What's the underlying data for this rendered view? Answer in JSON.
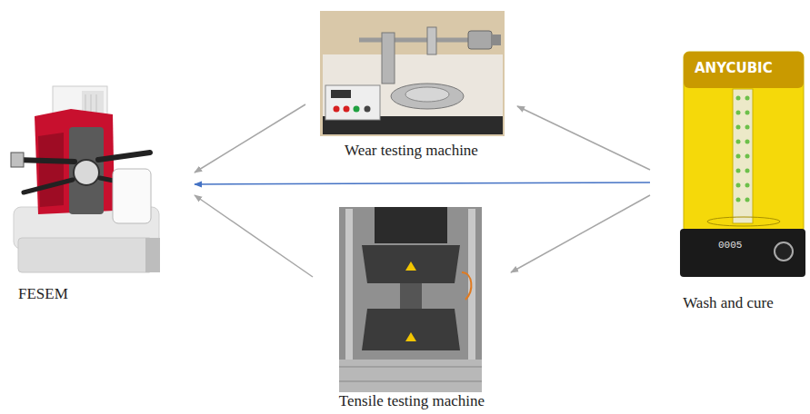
{
  "diagram": {
    "nodes": [
      {
        "text": [
          "Wear testing machine"
        ]
      },
      {
        "text": [
          "FESEM"
        ]
      },
      {
        "text": [
          "Wash and cure"
        ]
      },
      {
        "text": [
          "Tensile testing machine"
        ]
      }
    ],
    "edges": [
      {
        "from": 2,
        "to": 0,
        "arrow": "to"
      },
      {
        "from": 0,
        "to": 1,
        "arrow": "to"
      },
      {
        "from": 2,
        "to": 1,
        "arrow": "to"
      },
      {
        "from": 3,
        "to": 1,
        "arrow": "to"
      },
      {
        "from": 2,
        "to": 3,
        "arrow": "to"
      }
    ],
    "labels": [
      "ANYCUBIC",
      "0005"
    ]
  }
}
